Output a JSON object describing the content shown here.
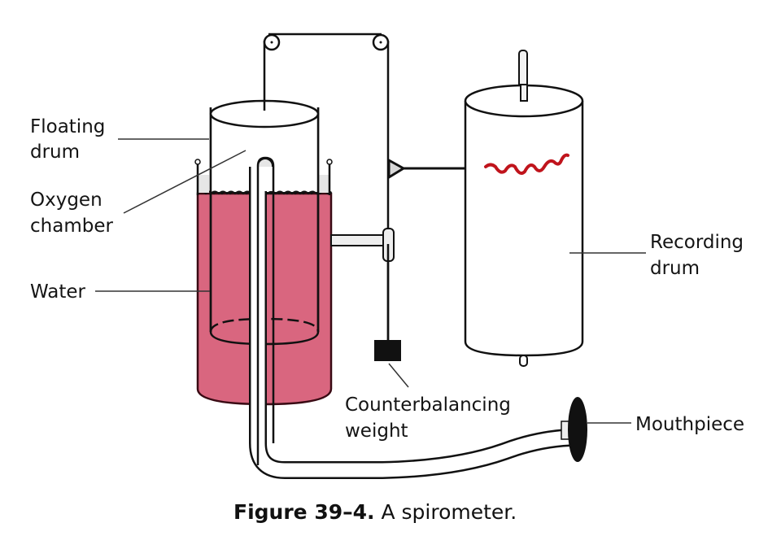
{
  "figure": {
    "caption_number": "Figure 39–4.",
    "caption_text": " A spirometer."
  },
  "labels": {
    "floating_drum": [
      "Floating",
      "drum"
    ],
    "oxygen_chamber": [
      "Oxygen",
      "chamber"
    ],
    "water": "Water",
    "recording_drum": [
      "Recording",
      "drum"
    ],
    "counterbalancing_weight": [
      "Counterbalancing",
      "weight"
    ],
    "mouthpiece": "Mouthpiece"
  },
  "colors": {
    "water": "#d9667f",
    "water_outline": "#5a1020",
    "trace": "#c0141c",
    "line": "#111111"
  }
}
